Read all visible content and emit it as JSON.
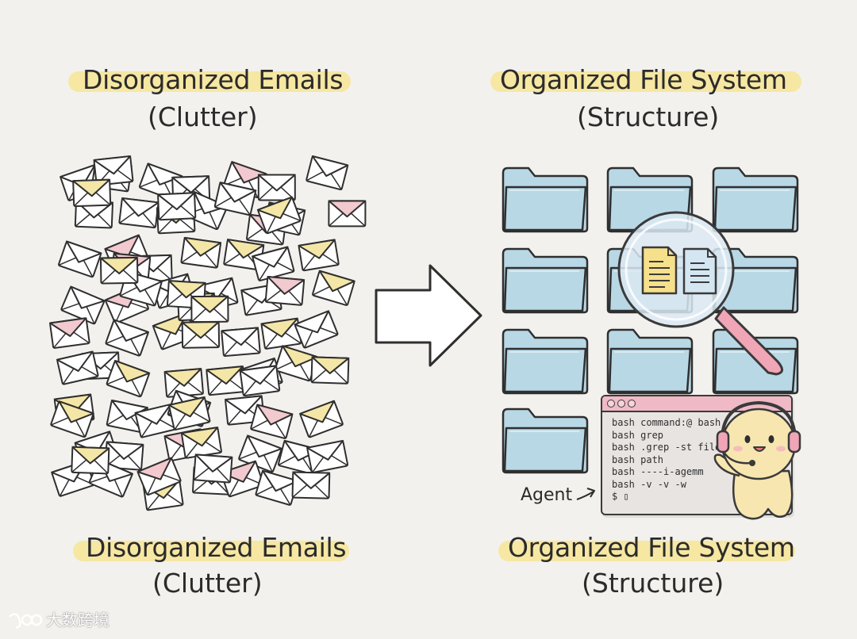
{
  "left_panel": {
    "top_title": "Disorganized Emails",
    "top_subtitle": "(Clutter)",
    "bottom_title": "Disorganized Emails",
    "bottom_subtitle": "(Clutter)"
  },
  "right_panel": {
    "top_title": "Organized File System",
    "top_subtitle": "(Structure)",
    "bottom_title": "Organized File System",
    "bottom_subtitle": "(Structure)"
  },
  "terminal": {
    "lines": [
      "bash command:@ bash",
      "bash grep",
      "bash .grep -st file",
      "bash path",
      "bash ----i-agemm",
      "bash -v -v -w",
      "$ ▯"
    ]
  },
  "agent_label": "Agent",
  "watermark": "大数跨境",
  "colors": {
    "background": "#f3f1ed",
    "highlight": "#f6e7a3",
    "folder": "#b9d8e6",
    "envelope_yellow": "#f4e6a6",
    "envelope_pink": "#f2c9cf",
    "magnifier_handle": "#f0a6b7",
    "terminal_bar": "#efb9c6"
  }
}
